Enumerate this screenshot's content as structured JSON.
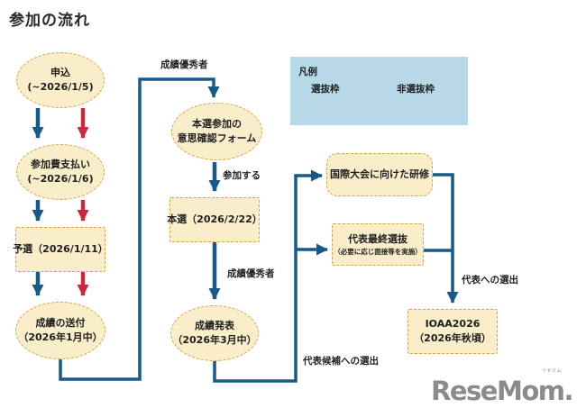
{
  "title": "参加の流れ",
  "colors": {
    "selected_arrow_blue": "#175a88",
    "non_selected_arrow_red": "#cb2939",
    "node_fill": "#faeeca",
    "node_border": "#d8a24b",
    "legend_background": "#b7d8e6",
    "watermark_gray": "#8b8b8b"
  },
  "legend": {
    "title": "凡例",
    "selected_label": "選抜枠",
    "non_selected_label": "非選抜枠"
  },
  "nodes": {
    "apply": {
      "label": "申込",
      "sub": "(~2026/1/5)"
    },
    "payment": {
      "label": "参加費支払い",
      "sub": "(~2026/1/6)"
    },
    "preliminary": {
      "label": "予選（2026/1/11）"
    },
    "results_send": {
      "label": "成績の送付",
      "sub": "（2026年1月中）"
    },
    "intent_form": {
      "label": "本選参加の",
      "sub": "意思確認フォーム"
    },
    "final_round": {
      "label": "本選（2026/2/22）"
    },
    "results_announce": {
      "label": "成績発表",
      "sub": "（2026年3月中）"
    },
    "training": {
      "label": "国際大会に向けた研修"
    },
    "final_selection": {
      "label": "代表最終選抜",
      "sub": "（必要に応じ面接等を実施）"
    },
    "ioaa": {
      "label": "IOAA2026",
      "sub": "（2026年秋頃）"
    }
  },
  "edge_labels": {
    "top_excellent": "成績優秀者",
    "participate": "参加する",
    "mid_excellent": "成績優秀者",
    "candidate_selection": "代表候補への選出",
    "rep_selection": "代表への選出"
  },
  "watermark": {
    "text": "ReseMom.",
    "ruby": "リセマム"
  }
}
